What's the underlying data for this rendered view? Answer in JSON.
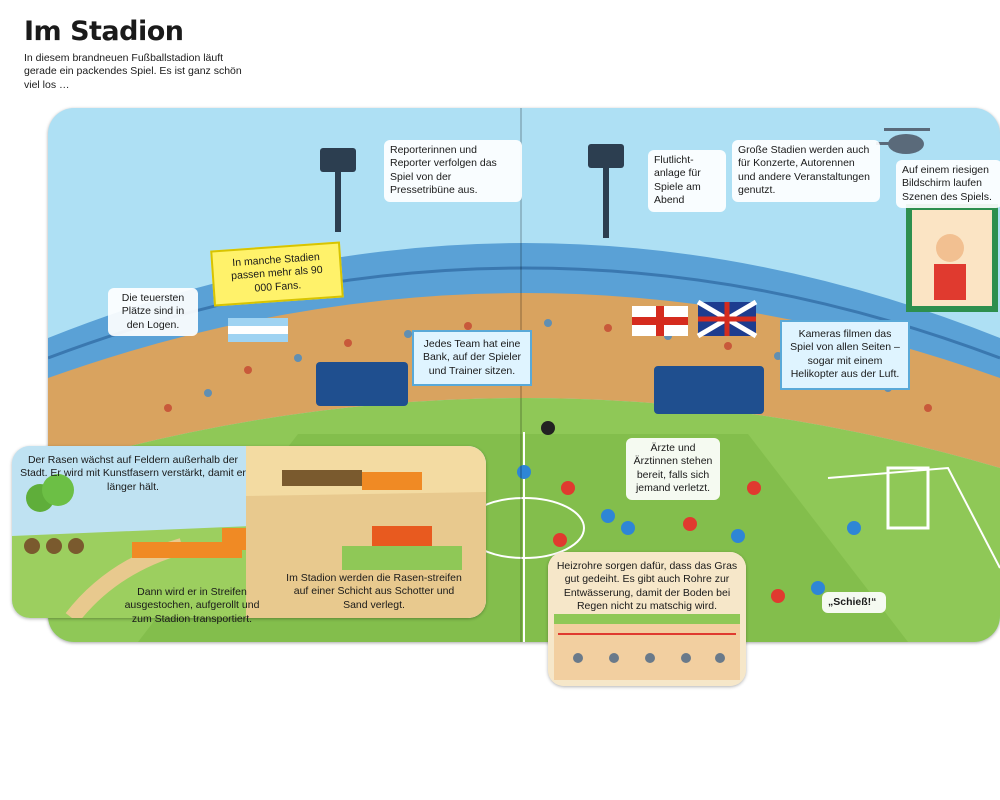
{
  "colors": {
    "sky": "#aee0f4",
    "pitch": "#8fc857",
    "pitch_dark": "#7bb844",
    "stand": "#5aa1d6",
    "banner_yellow": "#fff26a",
    "label_blue": "#dff4ff",
    "tab_left": "#bfe2f2",
    "tab_bottom": "#f6e7c9",
    "red_team": "#e03a2f",
    "blue_team": "#2e86d6"
  },
  "page": {
    "title": "Im Stadion",
    "intro": "In diesem brandneuen Fußballstadion läuft gerade ein packendes Spiel. Es ist ganz schön viel los …"
  },
  "notes": {
    "press": "Reporterinnen und Reporter verfolgen das Spiel von der Pressetribüne aus.",
    "floodlight": "Flutlicht-anlage für Spiele am Abend",
    "concerts": "Große Stadien werden auch für Konzerte, Autorennen und andere Veranstaltungen genutzt.",
    "screen": "Auf einem riesigen Bildschirm laufen Szenen des Spiels.",
    "capacity": "In manche Stadien passen mehr als 90 000 Fans.",
    "boxes": "Die teuersten Plätze sind in den Logen.",
    "bench": "Jedes Team hat eine Bank, auf der Spieler und Trainer sitzen.",
    "cameras": "Kameras filmen das Spiel von allen Seiten – sogar mit einem Helikopter aus der Luft.",
    "doctors": "Ärzte und Ärztinnen stehen bereit, falls sich jemand verletzt.",
    "shout": "„Schieß!“"
  },
  "flap_left": {
    "grass": "Der Rasen wächst auf Feldern außerhalb der Stadt. Er wird mit Kunstfasern verstärkt, damit er länger hält.",
    "strips": "Dann wird er in Streifen ausgestochen, aufgerollt und zum Stadion transportiert.",
    "laying": "Im Stadion werden die Rasen-streifen auf einer Schicht aus Schotter und Sand verlegt."
  },
  "flap_bottom": {
    "heating": "Heizrohre sorgen dafür, dass das Gras gut gedeiht. Es gibt auch Rohre zur Entwässerung, damit der Boden bei Regen nicht zu matschig wird."
  }
}
